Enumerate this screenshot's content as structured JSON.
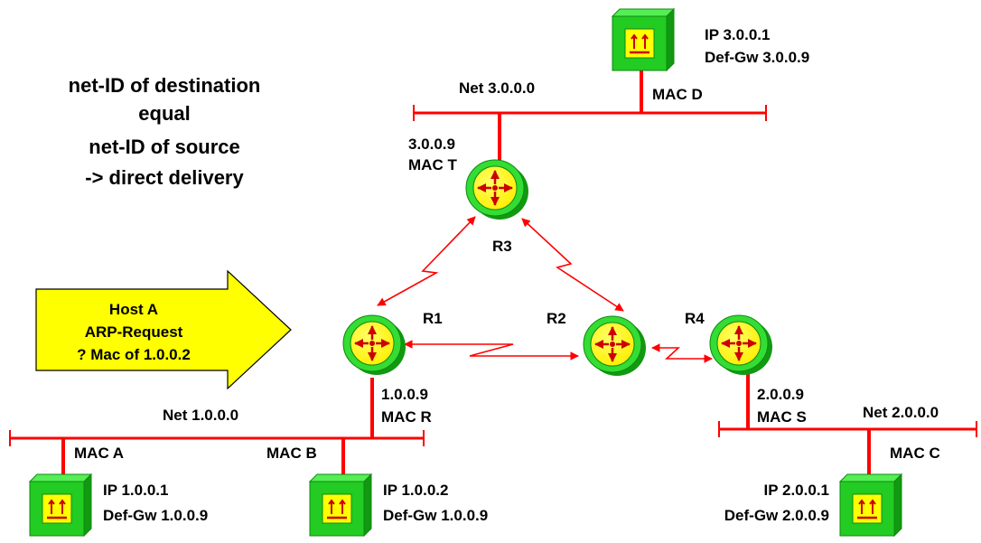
{
  "colors": {
    "link": "#ff0000",
    "device_green": "#22cc22",
    "device_face": "#ffff00",
    "callout_fill": "#ffff00",
    "text": "#000000"
  },
  "title_lines": [
    "net-ID of destination",
    "equal",
    "net-ID of source",
    "-> direct delivery"
  ],
  "callout": {
    "lines": [
      "Host A",
      "ARP-Request",
      "? Mac of 1.0.0.2"
    ]
  },
  "networks": {
    "net3": {
      "label": "Net 3.0.0.0"
    },
    "net1": {
      "label": "Net 1.0.0.0"
    },
    "net2": {
      "label": "Net 2.0.0.0"
    }
  },
  "routers": {
    "r1": {
      "name": "R1",
      "ip": "1.0.0.9",
      "mac": "MAC R"
    },
    "r2": {
      "name": "R2"
    },
    "r3": {
      "name": "R3",
      "ip": "3.0.0.9",
      "mac": "MAC T"
    },
    "r4": {
      "name": "R4",
      "ip": "2.0.0.9",
      "mac": "MAC S"
    }
  },
  "hosts": {
    "a": {
      "mac": "MAC A",
      "ip": "IP 1.0.0.1",
      "gw": "Def-Gw  1.0.0.9"
    },
    "b": {
      "mac": "MAC B",
      "ip": "IP 1.0.0.2",
      "gw": "Def-Gw  1.0.0.9"
    },
    "c": {
      "mac": "MAC C",
      "ip": "IP 2.0.0.1",
      "gw": "Def-Gw  2.0.0.9"
    },
    "d": {
      "mac": "MAC D",
      "ip": "IP 3.0.0.1",
      "gw": "Def-Gw  3.0.0.9"
    }
  }
}
